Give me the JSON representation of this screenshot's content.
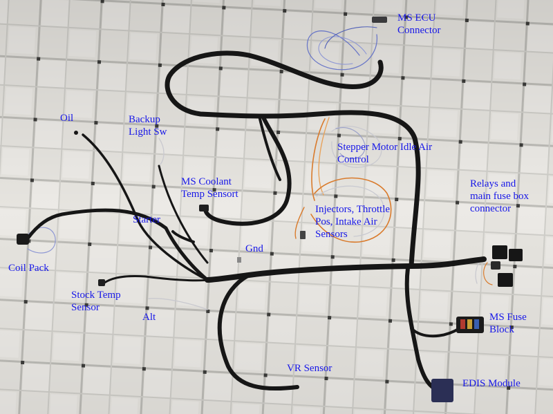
{
  "labels": {
    "ms_ecu": [
      "MS ECU",
      "Connector"
    ],
    "oil": [
      "Oil"
    ],
    "backup": [
      "Backup",
      "Light Sw"
    ],
    "stepper": [
      "Stepper Motor Idle Air",
      "Control"
    ],
    "relays": [
      "Relays and",
      "main fuse box",
      "connector"
    ],
    "coolant": [
      "MS Coolant",
      "Temp Sensort"
    ],
    "starter": [
      "Starter"
    ],
    "injectors": [
      "Injectors, Throttle",
      "Pos, Intake Air",
      "Sensors"
    ],
    "gnd": [
      "Gnd"
    ],
    "coil": [
      "Coil Pack"
    ],
    "stock_temp": [
      "Stock Temp",
      "Sensor"
    ],
    "alt": [
      "Alt"
    ],
    "fuse": [
      "MS Fuse",
      "Block"
    ],
    "vr": [
      "VR Sensor"
    ],
    "edis": [
      "EDIS Module"
    ]
  },
  "colors": {
    "floor": "#e6e4df",
    "grout": "#b9b8b3",
    "tile_square": "#3c3c3a",
    "cable": "#161616",
    "label_text": "#1717e8",
    "wire_orange": "#d97a2b",
    "wire_blue": "#6b78c7",
    "wire_gray": "#c9c9cf"
  }
}
